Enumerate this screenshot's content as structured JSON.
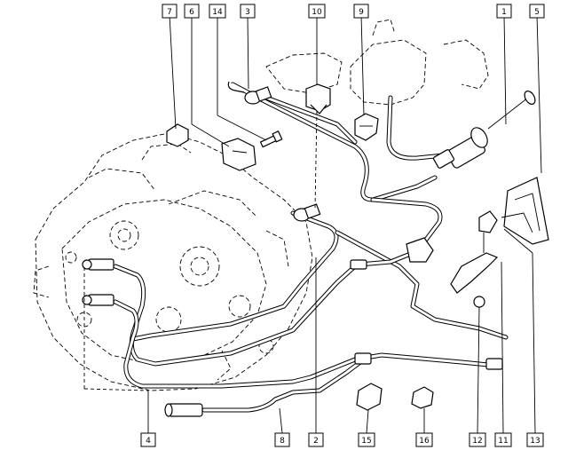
{
  "callouts": [
    {
      "id": "c7",
      "label": "7"
    },
    {
      "id": "c6",
      "label": "6"
    },
    {
      "id": "c14",
      "label": "14"
    },
    {
      "id": "c3",
      "label": "3"
    },
    {
      "id": "c10",
      "label": "10"
    },
    {
      "id": "c9",
      "label": "9"
    },
    {
      "id": "c1",
      "label": "1"
    },
    {
      "id": "c5",
      "label": "5"
    },
    {
      "id": "c4",
      "label": "4"
    },
    {
      "id": "c8",
      "label": "8"
    },
    {
      "id": "c2",
      "label": "2"
    },
    {
      "id": "c15",
      "label": "15"
    },
    {
      "id": "c16",
      "label": "16"
    },
    {
      "id": "c12",
      "label": "12"
    },
    {
      "id": "c11",
      "label": "11"
    },
    {
      "id": "c13",
      "label": "13"
    }
  ]
}
